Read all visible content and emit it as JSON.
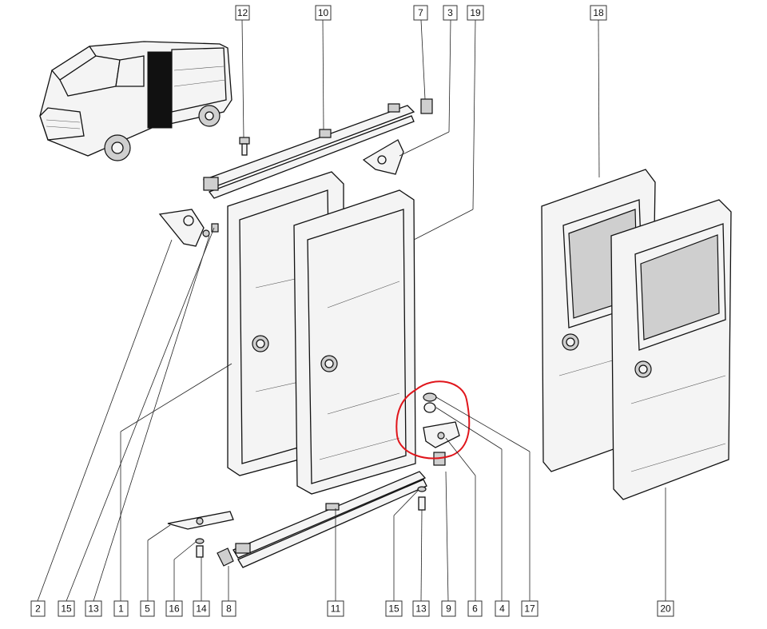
{
  "callouts": {
    "top": [
      {
        "label": "12"
      },
      {
        "label": "10"
      },
      {
        "label": "7"
      },
      {
        "label": "3"
      },
      {
        "label": "19"
      },
      {
        "label": "18"
      }
    ],
    "bottom": [
      {
        "label": "2"
      },
      {
        "label": "15"
      },
      {
        "label": "13"
      },
      {
        "label": "1"
      },
      {
        "label": "5"
      },
      {
        "label": "16"
      },
      {
        "label": "14"
      },
      {
        "label": "8"
      },
      {
        "label": "11"
      },
      {
        "label": "15"
      },
      {
        "label": "13"
      },
      {
        "label": "9"
      },
      {
        "label": "6"
      },
      {
        "label": "4"
      },
      {
        "label": "17"
      },
      {
        "label": "20"
      }
    ]
  },
  "colors": {
    "highlight": "#e0151b",
    "line": "#111111"
  }
}
